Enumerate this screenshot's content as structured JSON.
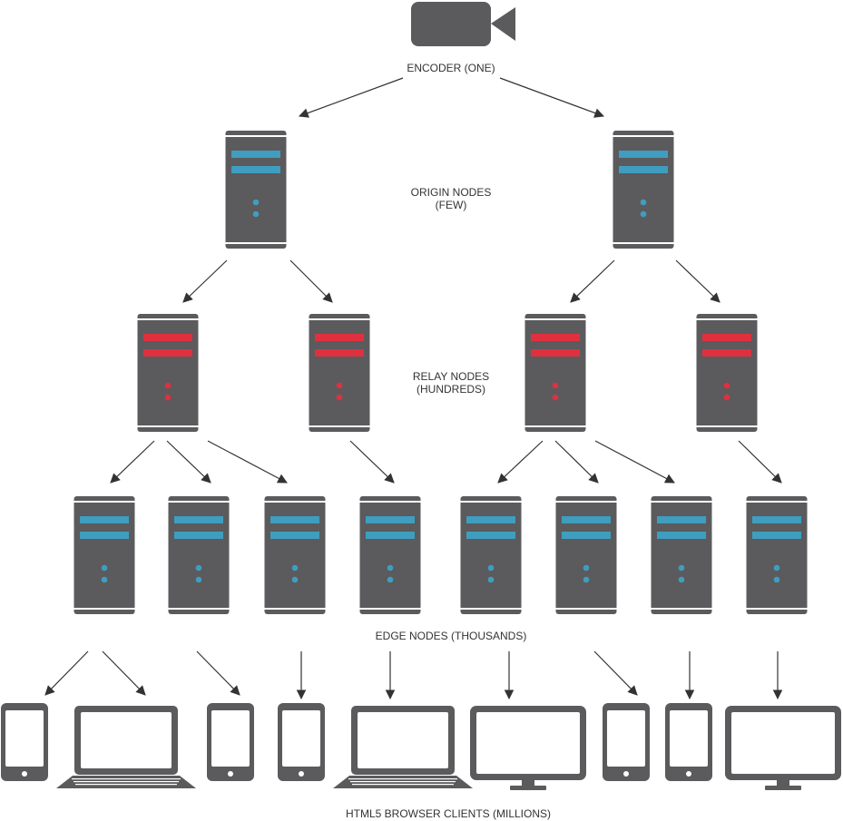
{
  "labels": {
    "encoder": "ENCODER (ONE)",
    "origin_line1": "ORIGIN NODES",
    "origin_line2": "(FEW)",
    "relay_line1": "RELAY NODES",
    "relay_line2": "(HUNDREDS)",
    "edge": "EDGE NODES (THOUSANDS)",
    "clients": "HTML5 BROWSER CLIENTS (MILLIONS)"
  },
  "colors": {
    "device_body": "#5b5a5c",
    "origin_edge_accent": "#3f9ebf",
    "relay_accent": "#e0303f",
    "arrow": "#333333"
  },
  "icons": {
    "encoder": "video-camera-icon",
    "server": "server-tower-icon",
    "tablet": "tablet-icon",
    "laptop": "laptop-icon",
    "monitor": "desktop-monitor-icon"
  },
  "tiers": {
    "origin_count": 2,
    "relay_count": 4,
    "edge_count": 8,
    "client_devices": [
      "tablet",
      "laptop",
      "tablet",
      "tablet",
      "laptop",
      "monitor",
      "tablet",
      "tablet",
      "monitor"
    ]
  }
}
